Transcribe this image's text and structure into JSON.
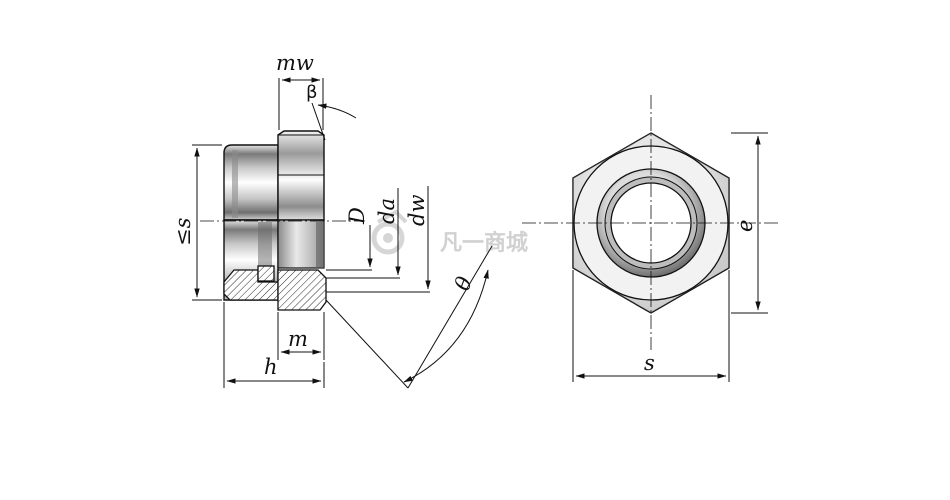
{
  "labels": {
    "mw": "mw",
    "beta": "β",
    "le_s": "≤s",
    "D": "D",
    "da": "da",
    "dw": "dw",
    "theta": "θ",
    "m": "m",
    "h": "h",
    "e": "e",
    "s": "s"
  },
  "watermark": {
    "text": "凡一商城"
  }
}
